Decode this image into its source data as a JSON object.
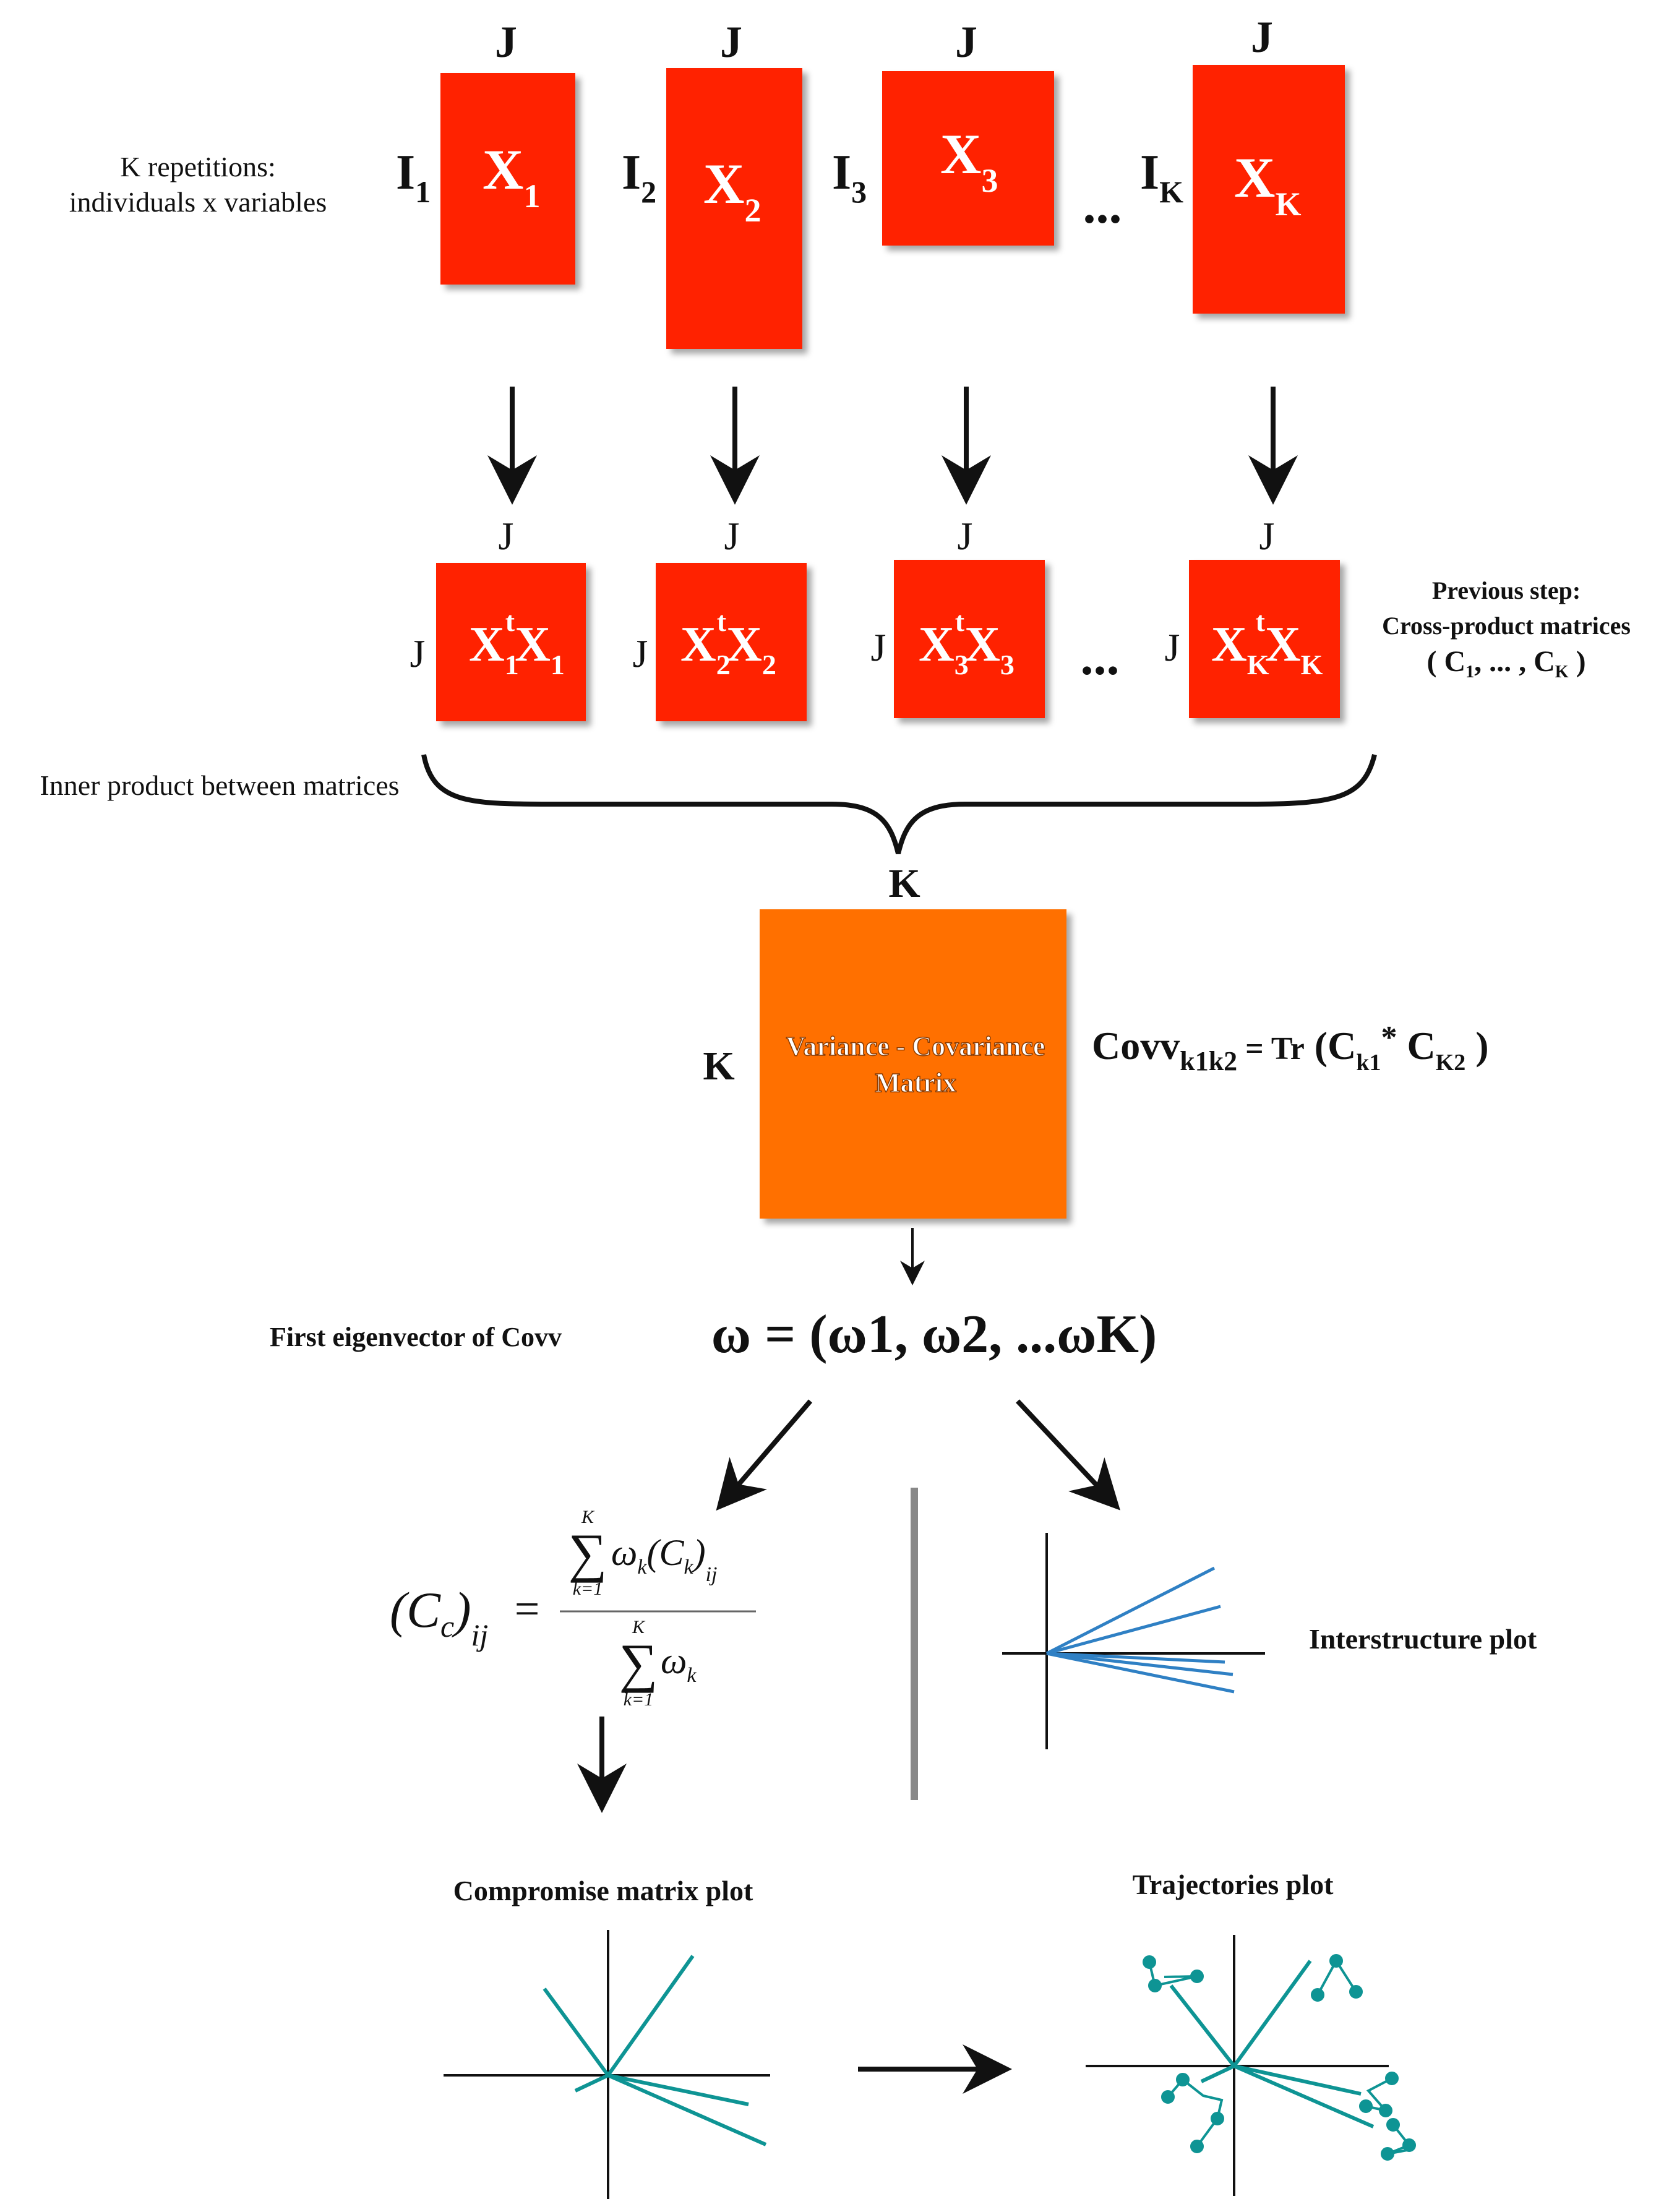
{
  "colors": {
    "matrix_red": "#ff2200",
    "covariance_orange": "#ff7000",
    "interstructure_blue": "#2f80c4",
    "compromise_teal": "#0e9494",
    "divider_gray": "#888888",
    "ink": "#111111"
  },
  "top_row": {
    "label_line1": "K  repetitions:",
    "label_line2": "individuals x variables",
    "matrices": [
      {
        "col_label": "J",
        "row_label": "I",
        "row_sub": "1",
        "name": "X",
        "name_sub": "1"
      },
      {
        "col_label": "J",
        "row_label": "I",
        "row_sub": "2",
        "name": "X",
        "name_sub": "2"
      },
      {
        "col_label": "J",
        "row_label": "I",
        "row_sub": "3",
        "name": "X",
        "name_sub": "3"
      },
      {
        "col_label": "J",
        "row_label": "I",
        "row_sub": "K",
        "name": "X",
        "name_sub": "K"
      }
    ],
    "ellipsis": "..."
  },
  "second_row": {
    "matrices": [
      {
        "col_label": "J",
        "row_label": "J",
        "sub": "1"
      },
      {
        "col_label": "J",
        "row_label": "J",
        "sub": "2"
      },
      {
        "col_label": "J",
        "row_label": "J",
        "sub": "3"
      },
      {
        "col_label": "J",
        "row_label": "J",
        "sub": "K"
      }
    ],
    "name": "X",
    "transpose": "t",
    "ellipsis": "...",
    "note_line1": "Previous step:",
    "note_line2": "Cross-product matrices",
    "note_formula_open": "( C",
    "note_formula_mid": ", ... , C",
    "note_formula_close": " )",
    "note_sub_first": "1",
    "note_sub_last": "K"
  },
  "brace_label": "Inner product between matrices",
  "covariance": {
    "col_label": "K",
    "row_label": "K",
    "title_line1": "Variance - Covariance",
    "title_line2": "Matrix",
    "formula_name": "Covv",
    "formula_sub": "k1k2",
    "formula_eq": " = Tr",
    "formula_open": " (C",
    "formula_sub1": "k1",
    "formula_star": "*",
    "formula_c2": " C",
    "formula_sub2": "K2",
    "formula_close": " )"
  },
  "eigen": {
    "label": "First eigenvector of Covv",
    "formula": "ω = (ω1, ω2, ...ωK)"
  },
  "compromise_formula": {
    "lhs_open": "(C",
    "lhs_sub": "c",
    "lhs_close": ")",
    "lhs_subscript": "ij",
    "equals": "=",
    "sum_top": "K",
    "sum_bottom": "k=1",
    "sum_symbol": "∑",
    "num_omega": "ω",
    "num_omega_sub": "k",
    "num_c_open": "(C",
    "num_c_sub": "k",
    "num_c_close": ")",
    "num_c_subscript": "ij",
    "den_omega": "ω",
    "den_omega_sub": "k"
  },
  "plots": {
    "interstructure_label": "Interstructure plot",
    "compromise_label": "Compromise matrix plot",
    "trajectories_label": "Trajectories plot"
  }
}
